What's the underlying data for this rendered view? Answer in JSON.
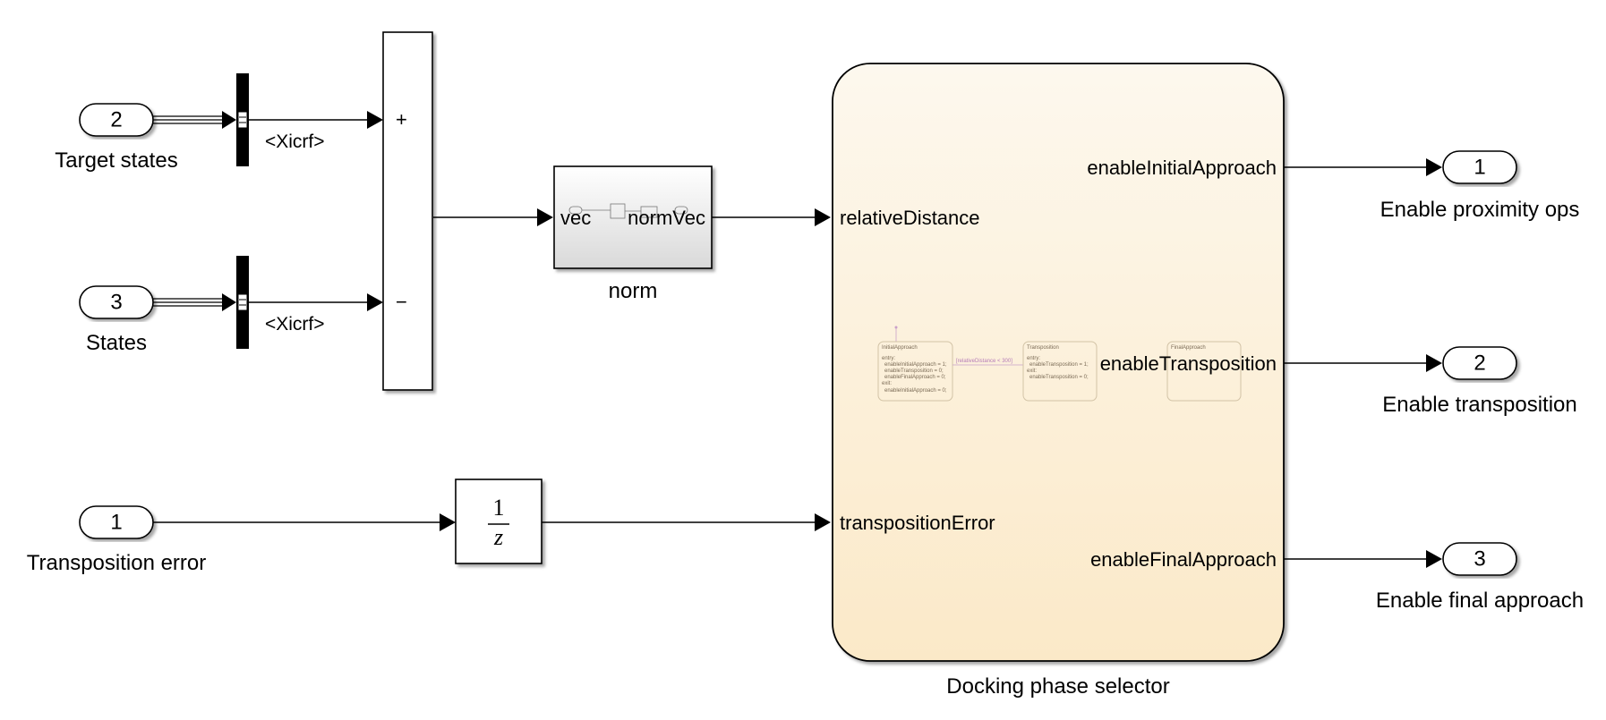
{
  "inports": [
    {
      "number": "2",
      "name": "Target states"
    },
    {
      "number": "3",
      "name": "States"
    },
    {
      "number": "1",
      "name": "Transposition error"
    }
  ],
  "bus_selectors": [
    {
      "signal": "<Xicrf>"
    },
    {
      "signal": "<Xicrf>"
    }
  ],
  "sum_block": {
    "plus_sign": "+",
    "minus_sign": "−"
  },
  "norm_block": {
    "name": "norm",
    "input_port": "vec",
    "output_port": "normVec"
  },
  "delay_block": {
    "numerator": "1",
    "denominator": "z"
  },
  "chart_block": {
    "name": "Docking phase selector",
    "inputs": [
      "relativeDistance",
      "transpositionError"
    ],
    "outputs": [
      "enableInitialApproach",
      "enableTransposition",
      "enableFinalApproach"
    ],
    "thumbnail": {
      "states": [
        {
          "title": "InitialApproach",
          "lines": [
            "entry:",
            "enableInitialApproach = 1;",
            "enableTransposition = 0;",
            "enableFinalApproach = 0;",
            "exit:",
            "enableInitialApproach = 0;"
          ]
        },
        {
          "title": "Transposition",
          "lines": [
            "entry:",
            "enableTransposition = 1;",
            "exit:",
            "enableTransposition = 0;"
          ]
        },
        {
          "title": "FinalApproach",
          "lines": []
        }
      ],
      "transition": "[relativeDistance < 300]"
    },
    "fill_top": "#fdf8ee",
    "fill_bottom": "#fbe9c8"
  },
  "outports": [
    {
      "number": "1",
      "name": "Enable proximity ops"
    },
    {
      "number": "2",
      "name": "Enable transposition"
    },
    {
      "number": "3",
      "name": "Enable final approach"
    }
  ]
}
